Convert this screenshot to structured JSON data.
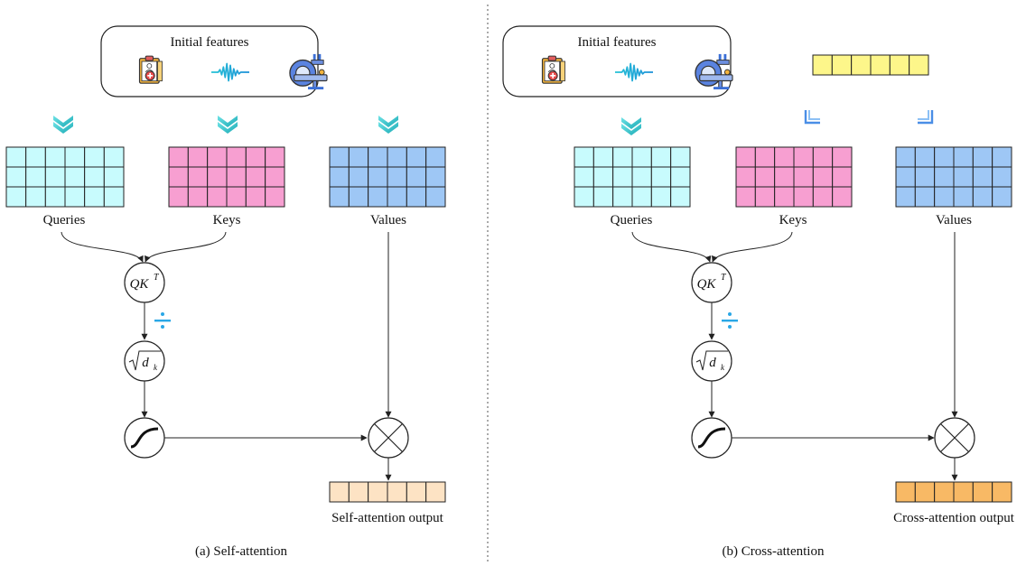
{
  "panels": [
    {
      "id": "self",
      "features_title": "Initial features",
      "labels": {
        "queries": "Queries",
        "keys": "Keys",
        "values": "Values"
      },
      "ops": {
        "qk": "QK",
        "qk_sup": "T",
        "sqrt_d": "d",
        "sqrt_sub": "k"
      },
      "output_label": "Self-attention output",
      "caption": "(a) Self-attention",
      "colors": {
        "queries": "#c8fbfd",
        "keys": "#f79fd1",
        "values": "#9ec7f5",
        "output": "#fde3c4"
      },
      "icons": [
        "clipboard-icon",
        "waveform-icon",
        "mri-scanner-icon",
        "double-chevron-icon",
        "divide-icon",
        "softmax-curve-icon",
        "multiply-icon"
      ]
    },
    {
      "id": "cross",
      "features_title": "Initial features",
      "labels": {
        "queries": "Queries",
        "keys": "Keys",
        "values": "Values"
      },
      "ops": {
        "qk": "QK",
        "qk_sup": "T",
        "sqrt_d": "d",
        "sqrt_sub": "k"
      },
      "output_label": "Cross-attention output",
      "caption": "(b) Cross-attention",
      "colors": {
        "queries": "#c8fbfd",
        "keys": "#f79fd1",
        "values": "#9ec7f5",
        "output": "#f8b965",
        "extra": "#fdf68a"
      },
      "icons": [
        "clipboard-icon",
        "waveform-icon",
        "mri-scanner-icon",
        "double-chevron-icon",
        "corner-arrow-icon",
        "divide-icon",
        "softmax-curve-icon",
        "multiply-icon"
      ]
    }
  ]
}
